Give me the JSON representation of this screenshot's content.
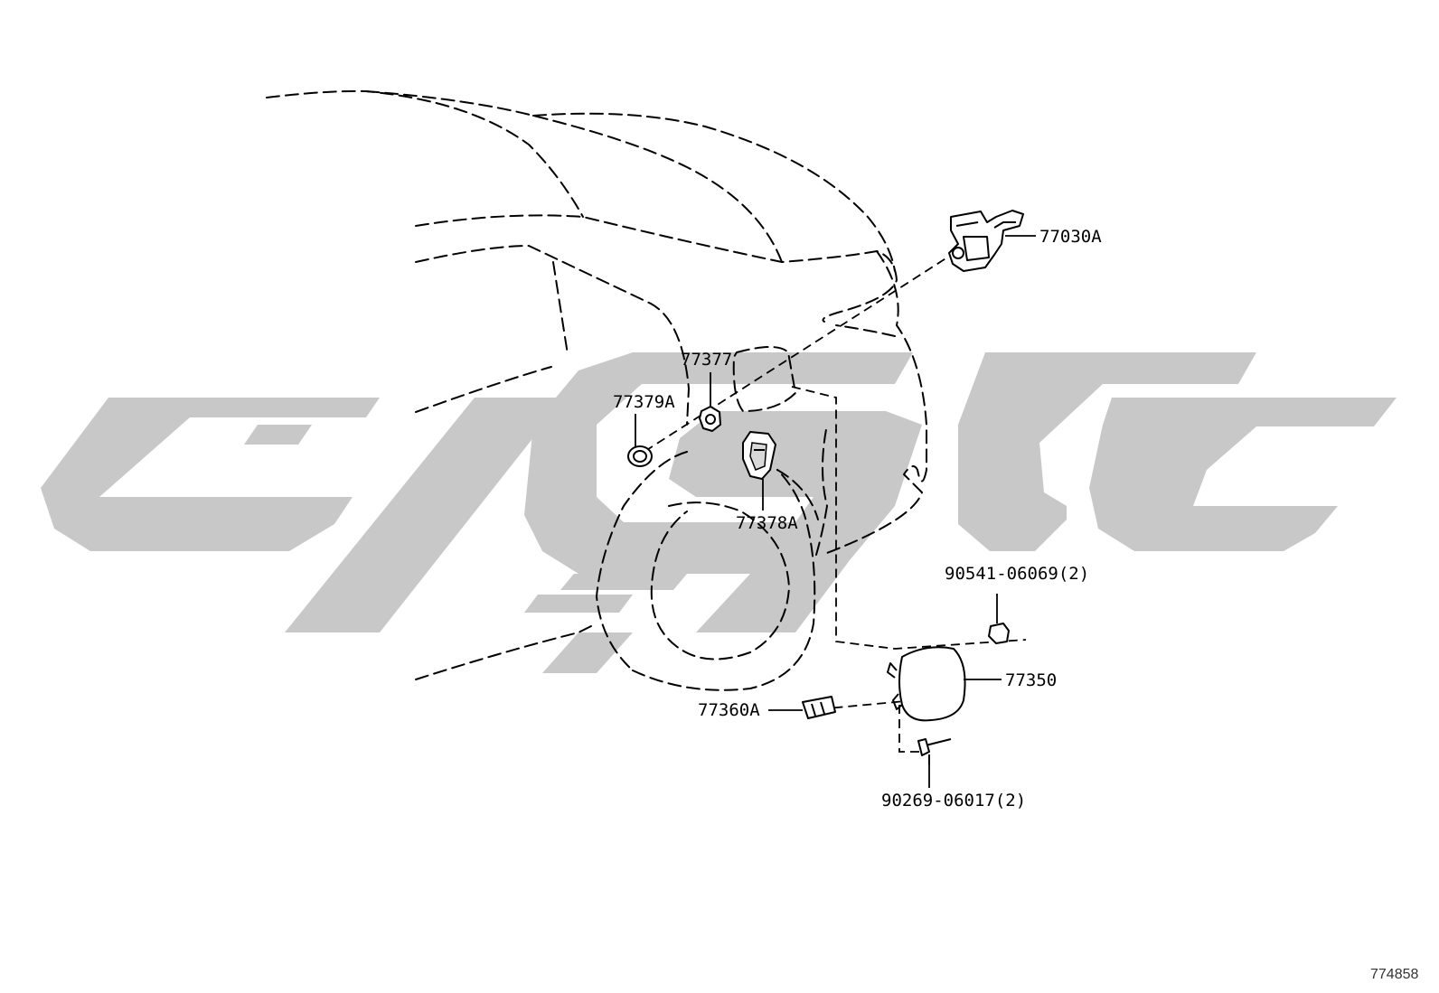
{
  "diagram_code": "774858",
  "parts": [
    {
      "id": "p77030a",
      "label": "77030A"
    },
    {
      "id": "p77377",
      "label": "77377"
    },
    {
      "id": "p77379a",
      "label": "77379A"
    },
    {
      "id": "p77378a",
      "label": "77378A"
    },
    {
      "id": "p90541",
      "label": "90541-06069(2)"
    },
    {
      "id": "p77350",
      "label": "77350"
    },
    {
      "id": "p77360a",
      "label": "77360A"
    },
    {
      "id": "p90269",
      "label": "90269-06017(2)"
    }
  ],
  "colors": {
    "watermark": "#c8c8c8",
    "line": "#000000"
  }
}
